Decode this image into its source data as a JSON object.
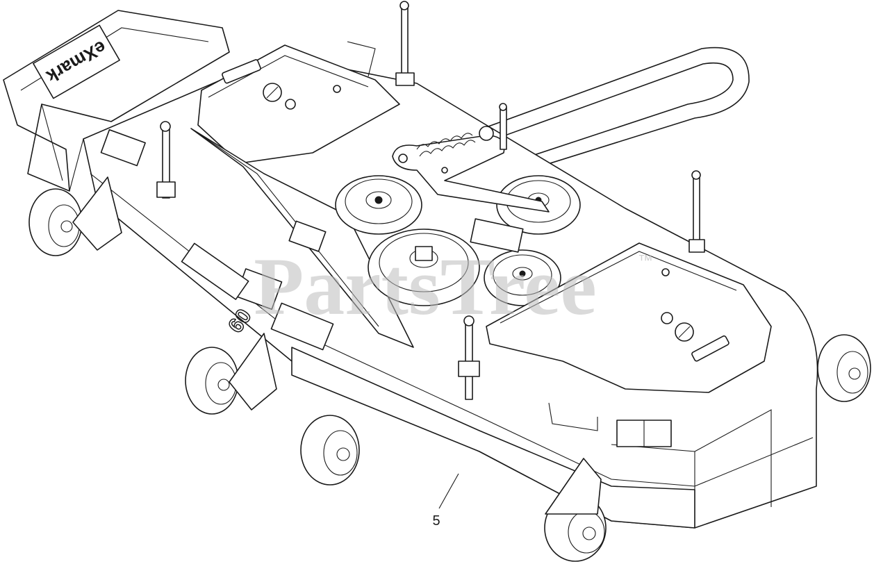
{
  "watermark": {
    "text": "PartsTree",
    "trademark": "™",
    "color": "#bdbdbd"
  },
  "brand_decal": {
    "text": "eXmark"
  },
  "deck_size_decal": {
    "text": "60"
  },
  "callouts": [
    {
      "label": "5"
    }
  ],
  "colors": {
    "line": "#1a1a1a",
    "background": "#ffffff"
  }
}
